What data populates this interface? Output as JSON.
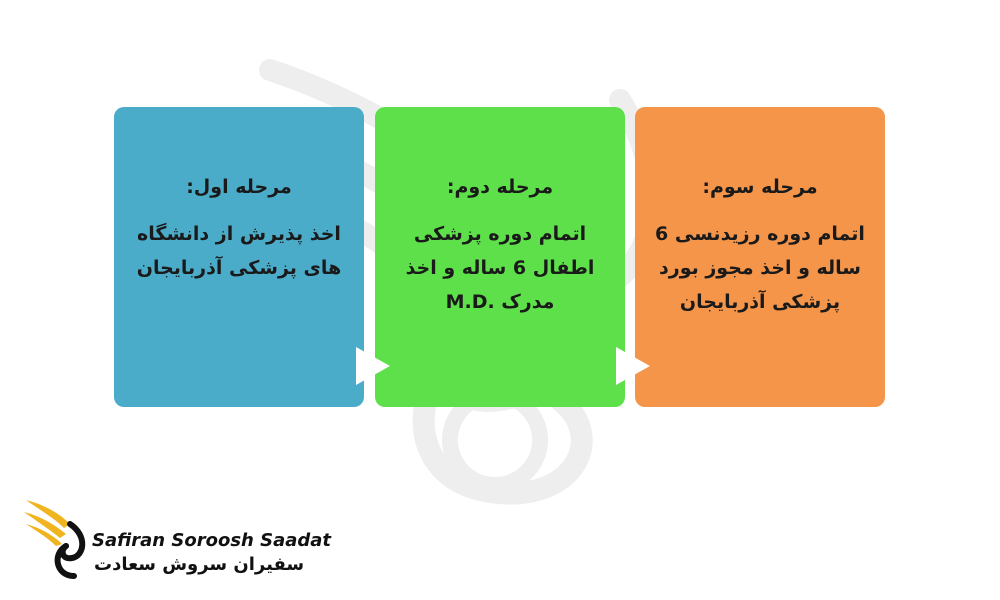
{
  "colors": {
    "stage1": "#4bacca",
    "stage2": "#5ee04a",
    "stage3": "#f4954a",
    "logo_gold": "#f0b41e"
  },
  "stages": [
    {
      "title": "مرحله اول:",
      "body": "اخذ پذیرش از دانشگاه های پزشکی آذربایجان"
    },
    {
      "title": "مرحله دوم:",
      "body": "اتمام دوره پزشکی اطفال 6 ساله و اخذ مدرک .M.D"
    },
    {
      "title": "مرحله سوم:",
      "body": "اتمام دوره رزیدنسی 6 ساله و اخذ مجوز بورد پزشکی آذربایجان"
    }
  ],
  "logo": {
    "latin": "Safiran Soroosh Saadat",
    "persian": "سفیران سروش سعادت",
    "icon": "golden-wing-icon"
  },
  "watermark_icon": "swan-wing-watermark-icon"
}
